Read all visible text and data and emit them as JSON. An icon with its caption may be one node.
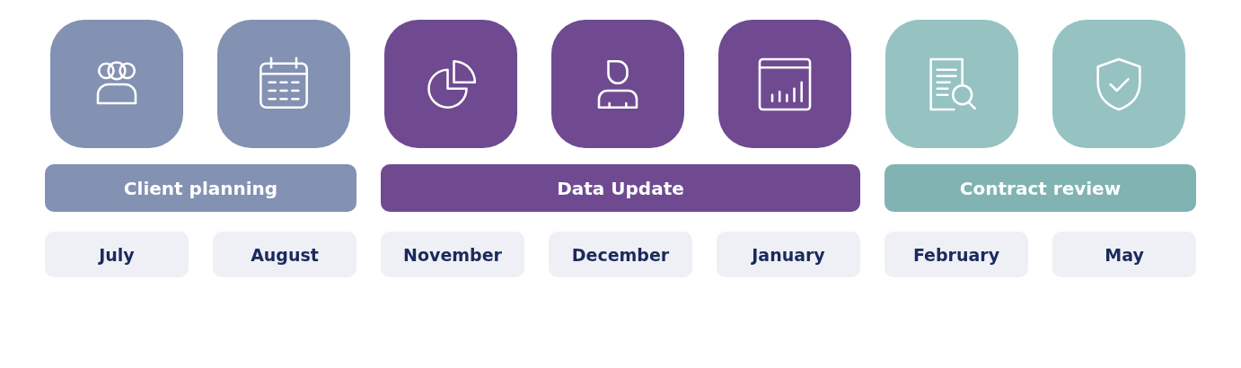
{
  "diagram": {
    "nodes": [
      {
        "text": [],
        "shape": "box"
      },
      {
        "text": [],
        "shape": "box"
      },
      {
        "text": [],
        "shape": "box"
      },
      {
        "text": [],
        "shape": "box"
      },
      {
        "text": [],
        "shape": "box"
      },
      {
        "text": [],
        "shape": "box"
      },
      {
        "text": [],
        "shape": "box"
      },
      {
        "text": [
          "Client planning"
        ]
      },
      {
        "text": [
          "Data Update"
        ]
      },
      {
        "text": [
          "Contract review"
        ]
      },
      {
        "text": [
          "July"
        ]
      },
      {
        "text": [
          "August"
        ]
      },
      {
        "text": [
          "November"
        ]
      },
      {
        "text": [
          "December"
        ]
      },
      {
        "text": [
          "January"
        ]
      },
      {
        "text": [
          "February"
        ]
      },
      {
        "text": [
          "May"
        ]
      }
    ]
  }
}
